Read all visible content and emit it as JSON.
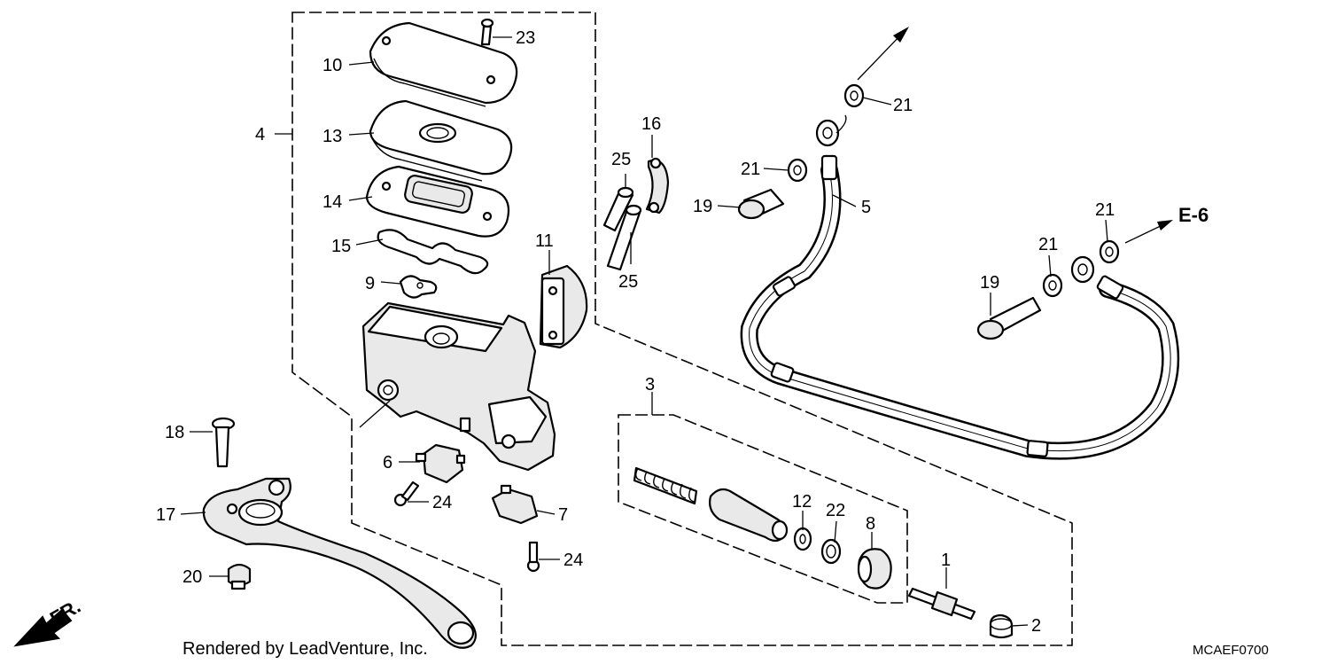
{
  "callouts": [
    {
      "id": "1",
      "text": "1"
    },
    {
      "id": "2",
      "text": "2"
    },
    {
      "id": "3",
      "text": "3"
    },
    {
      "id": "4",
      "text": "4"
    },
    {
      "id": "5",
      "text": "5"
    },
    {
      "id": "6",
      "text": "6"
    },
    {
      "id": "7",
      "text": "7"
    },
    {
      "id": "8",
      "text": "8"
    },
    {
      "id": "9",
      "text": "9"
    },
    {
      "id": "10",
      "text": "10"
    },
    {
      "id": "11",
      "text": "11"
    },
    {
      "id": "12",
      "text": "12"
    },
    {
      "id": "13",
      "text": "13"
    },
    {
      "id": "14",
      "text": "14"
    },
    {
      "id": "15",
      "text": "15"
    },
    {
      "id": "16",
      "text": "16"
    },
    {
      "id": "17",
      "text": "17"
    },
    {
      "id": "18",
      "text": "18"
    },
    {
      "id": "19a",
      "text": "19"
    },
    {
      "id": "19b",
      "text": "19"
    },
    {
      "id": "20",
      "text": "20"
    },
    {
      "id": "21a",
      "text": "21"
    },
    {
      "id": "21b",
      "text": "21"
    },
    {
      "id": "21c",
      "text": "21"
    },
    {
      "id": "21d",
      "text": "21"
    },
    {
      "id": "22",
      "text": "22"
    },
    {
      "id": "23",
      "text": "23"
    },
    {
      "id": "24a",
      "text": "24"
    },
    {
      "id": "24b",
      "text": "24"
    },
    {
      "id": "25a",
      "text": "25"
    },
    {
      "id": "25b",
      "text": "25"
    }
  ],
  "reference": {
    "text": "E-6"
  },
  "direction": {
    "text": "FR.",
    "icon": "front-direction-arrow-icon"
  },
  "footer": {
    "credit": "Rendered by LeadVenture, Inc.",
    "diagram_code": "MCAEF0700"
  }
}
